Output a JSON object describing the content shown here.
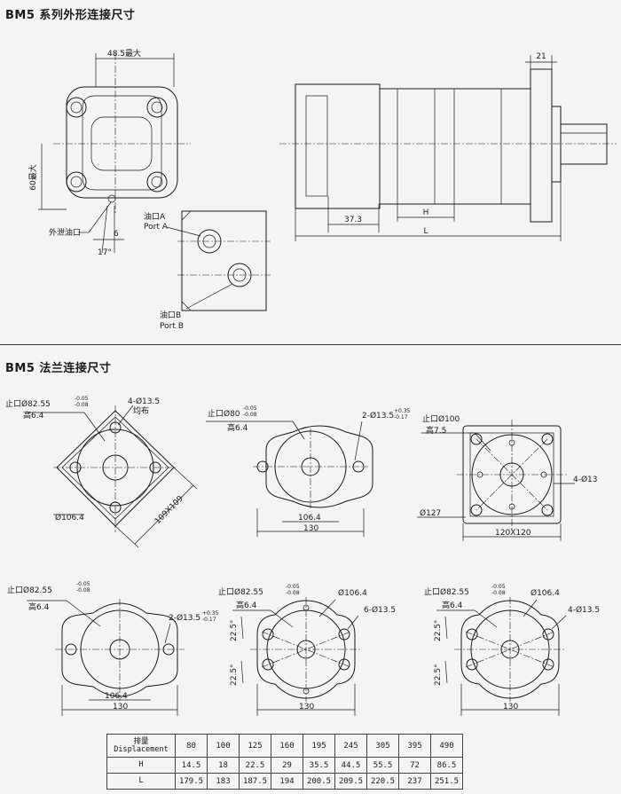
{
  "titles": {
    "top": "BM5 系列外形连接尺寸",
    "bottom": "BM5 法兰连接尺寸"
  },
  "top_view": {
    "width_label": "48.5最大",
    "height_label": "60最大",
    "drain_label": "外泄油口",
    "drain_dim": "6",
    "angle": "17°",
    "port_a": "油口A",
    "port_a_en": "Port A",
    "port_b": "油口B",
    "port_b_en": "Port B",
    "side_dim_21": "21",
    "side_dim_37": "37.3",
    "side_dim_h": "H",
    "side_dim_l": "L"
  },
  "flanges": {
    "f1": {
      "spigot": "止口Ø82.55",
      "tol_up": "-0.05",
      "tol_dn": "-0.08",
      "height": "高6.4",
      "holes": "4-Ø13.5",
      "even": "均布",
      "pcd": "Ø106.4",
      "size": "109X109"
    },
    "f2": {
      "spigot": "止口Ø80",
      "tol_up": "-0.05",
      "tol_dn": "-0.08",
      "height": "高6.4",
      "holes": "2-Ø13.5",
      "hole_up": "+0.35",
      "hole_dn": "-0.17",
      "pcd": "106.4",
      "width": "130"
    },
    "f3": {
      "spigot": "止口Ø100",
      "height": "高7.5",
      "holes": "4-Ø13",
      "pcd": "Ø127",
      "size": "120X120"
    },
    "f4": {
      "spigot": "止口Ø82.55",
      "tol_up": "-0.05",
      "tol_dn": "-0.08",
      "height": "高6.4",
      "holes": "2-Ø13.5",
      "hole_up": "+0.35",
      "hole_dn": "-0.17",
      "pcd": "106.4",
      "width": "130"
    },
    "f5": {
      "spigot": "止口Ø82.55",
      "tol_up": "-0.05",
      "tol_dn": "-0.08",
      "height": "高6.4",
      "holes": "6-Ø13.5",
      "pcd": "Ø106.4",
      "angle1": "22.5°",
      "angle2": "22.5°",
      "width": "130"
    },
    "f6": {
      "spigot": "止口Ø82.55",
      "tol_up": "-0.05",
      "tol_dn": "-0.08",
      "height": "高6.4",
      "holes": "4-Ø13.5",
      "pcd": "Ø106.4",
      "angle1": "22.5°",
      "angle2": "22.5°",
      "width": "130"
    }
  },
  "table": {
    "header_cn": "排量",
    "header_en": "Displacement",
    "displacements": [
      "80",
      "100",
      "125",
      "160",
      "195",
      "245",
      "305",
      "395",
      "490"
    ],
    "rows": [
      {
        "label": "H",
        "values": [
          "14.5",
          "18",
          "22.5",
          "29",
          "35.5",
          "44.5",
          "55.5",
          "72",
          "86.5"
        ]
      },
      {
        "label": "L",
        "values": [
          "179.5",
          "183",
          "187.5",
          "194",
          "200.5",
          "209.5",
          "220.5",
          "237",
          "251.5"
        ]
      }
    ]
  }
}
